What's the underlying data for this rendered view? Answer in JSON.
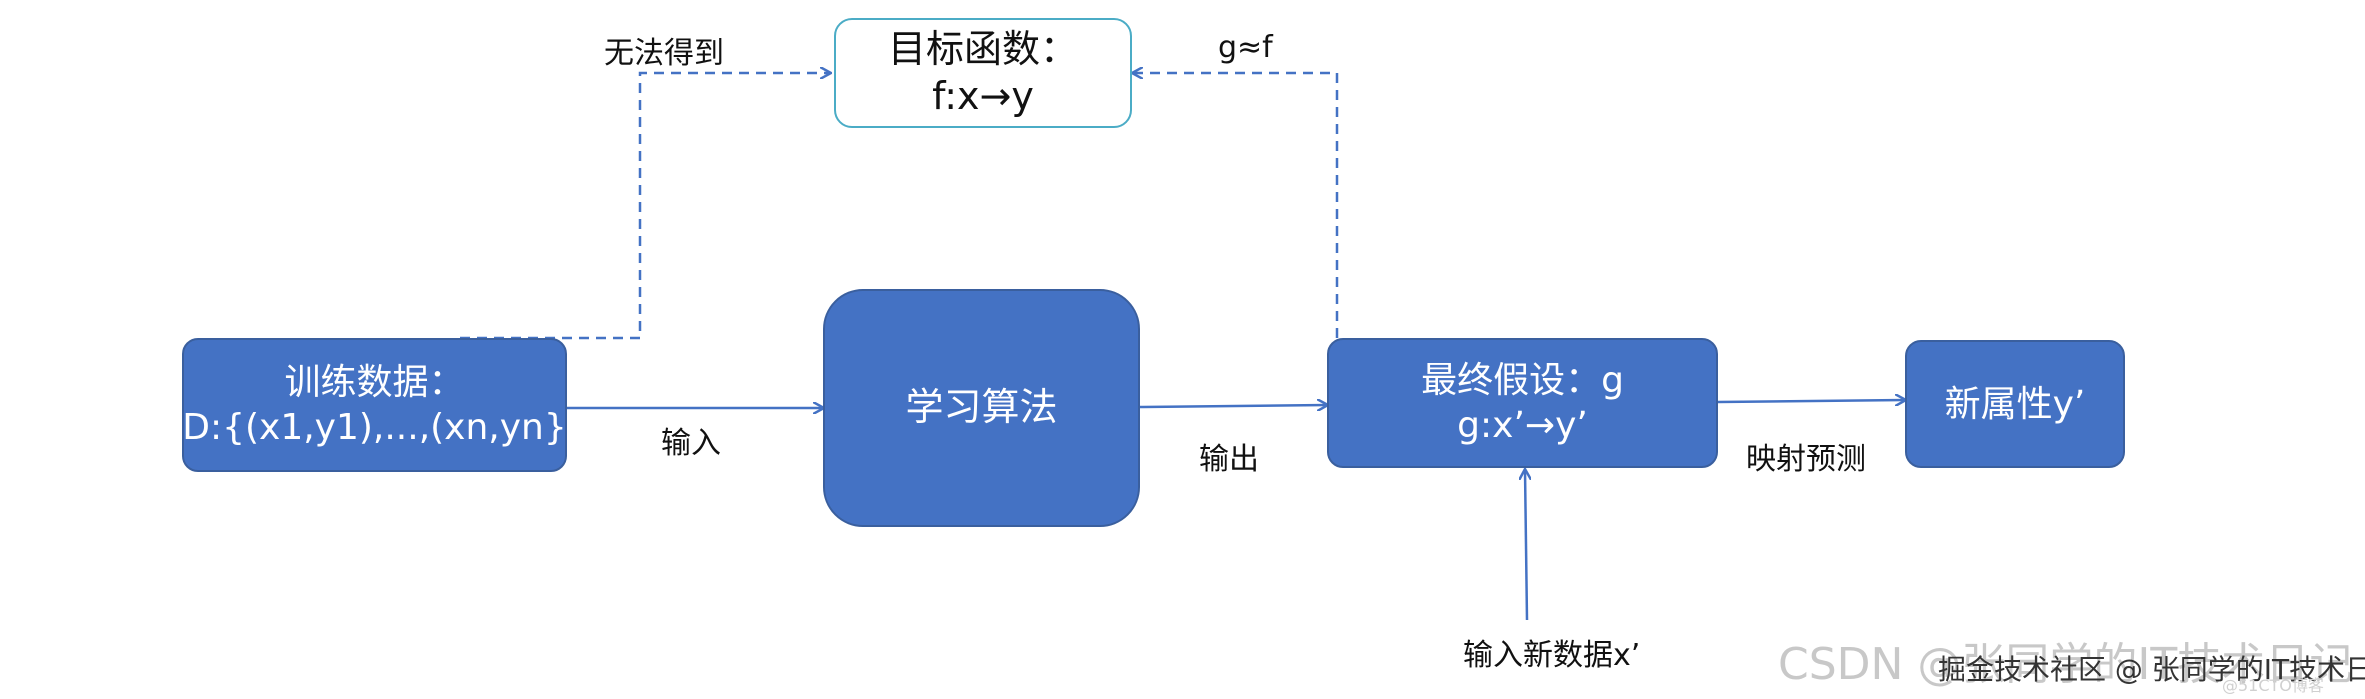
{
  "nodes": {
    "training_data": {
      "line1": "训练数据：",
      "line2": "D:{(x1,y1),...,(xn,yn}"
    },
    "algorithm": {
      "label": "学习算法"
    },
    "final_hypothesis": {
      "line1": "最终假设：g",
      "line2": "g:x’→y’"
    },
    "new_attribute": {
      "label": "新属性y’"
    },
    "target_function": {
      "line1": "目标函数：",
      "line2": "f:x→y"
    }
  },
  "edges": {
    "unobtainable": "无法得到",
    "approx": "g≈f",
    "input": "输入",
    "output": "输出",
    "map_predict": "映射预测",
    "input_new": "输入新数据x’"
  },
  "watermark": {
    "csdn": "CSDN @张同学的IT技术日记",
    "juejin": "掘金技术社区 @ 张同学的IT技术日记",
    "site": "@51CTO博客"
  },
  "colors": {
    "box_fill": "#4472c4",
    "target_border": "#4bacc6",
    "arrow": "#4472c4"
  }
}
